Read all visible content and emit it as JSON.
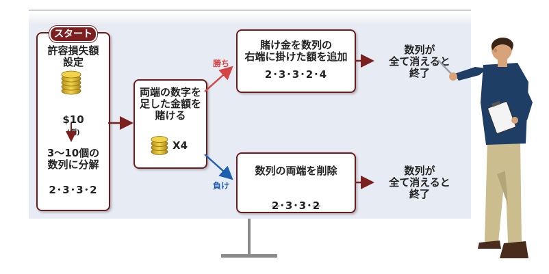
{
  "start_box": {
    "badge": "スタート",
    "title": "許容損失額\n設定",
    "amount": "$10",
    "amount_note": "(例)",
    "split_text": "3〜10個の\n数列に分解",
    "sequence": "2･3･3･2"
  },
  "bet_box": {
    "text": "両端の数字を\n足した金額を\n賭ける",
    "multiplier": "X4"
  },
  "win_label": "勝ち",
  "lose_label": "負け",
  "win_box": {
    "text": "賭け金を数列の\n右端に掛けた額を追加",
    "sequence": "2･3･3･2･4"
  },
  "lose_box": {
    "text": "数列の両端を削除",
    "seq_first": "2",
    "seq_middle": "･3･3･",
    "seq_last": "2"
  },
  "win_result": "数列が\n全て消えると\n終了",
  "lose_result": "数列が\n全て消えると\n終了",
  "colors": {
    "box_border": "#6f1a1a",
    "arrow": "#7c1f1f",
    "win_arrow": "#d64545",
    "lose_arrow": "#1f5fb0",
    "board": "#e7ebf3",
    "coin": "#d9b21e"
  }
}
